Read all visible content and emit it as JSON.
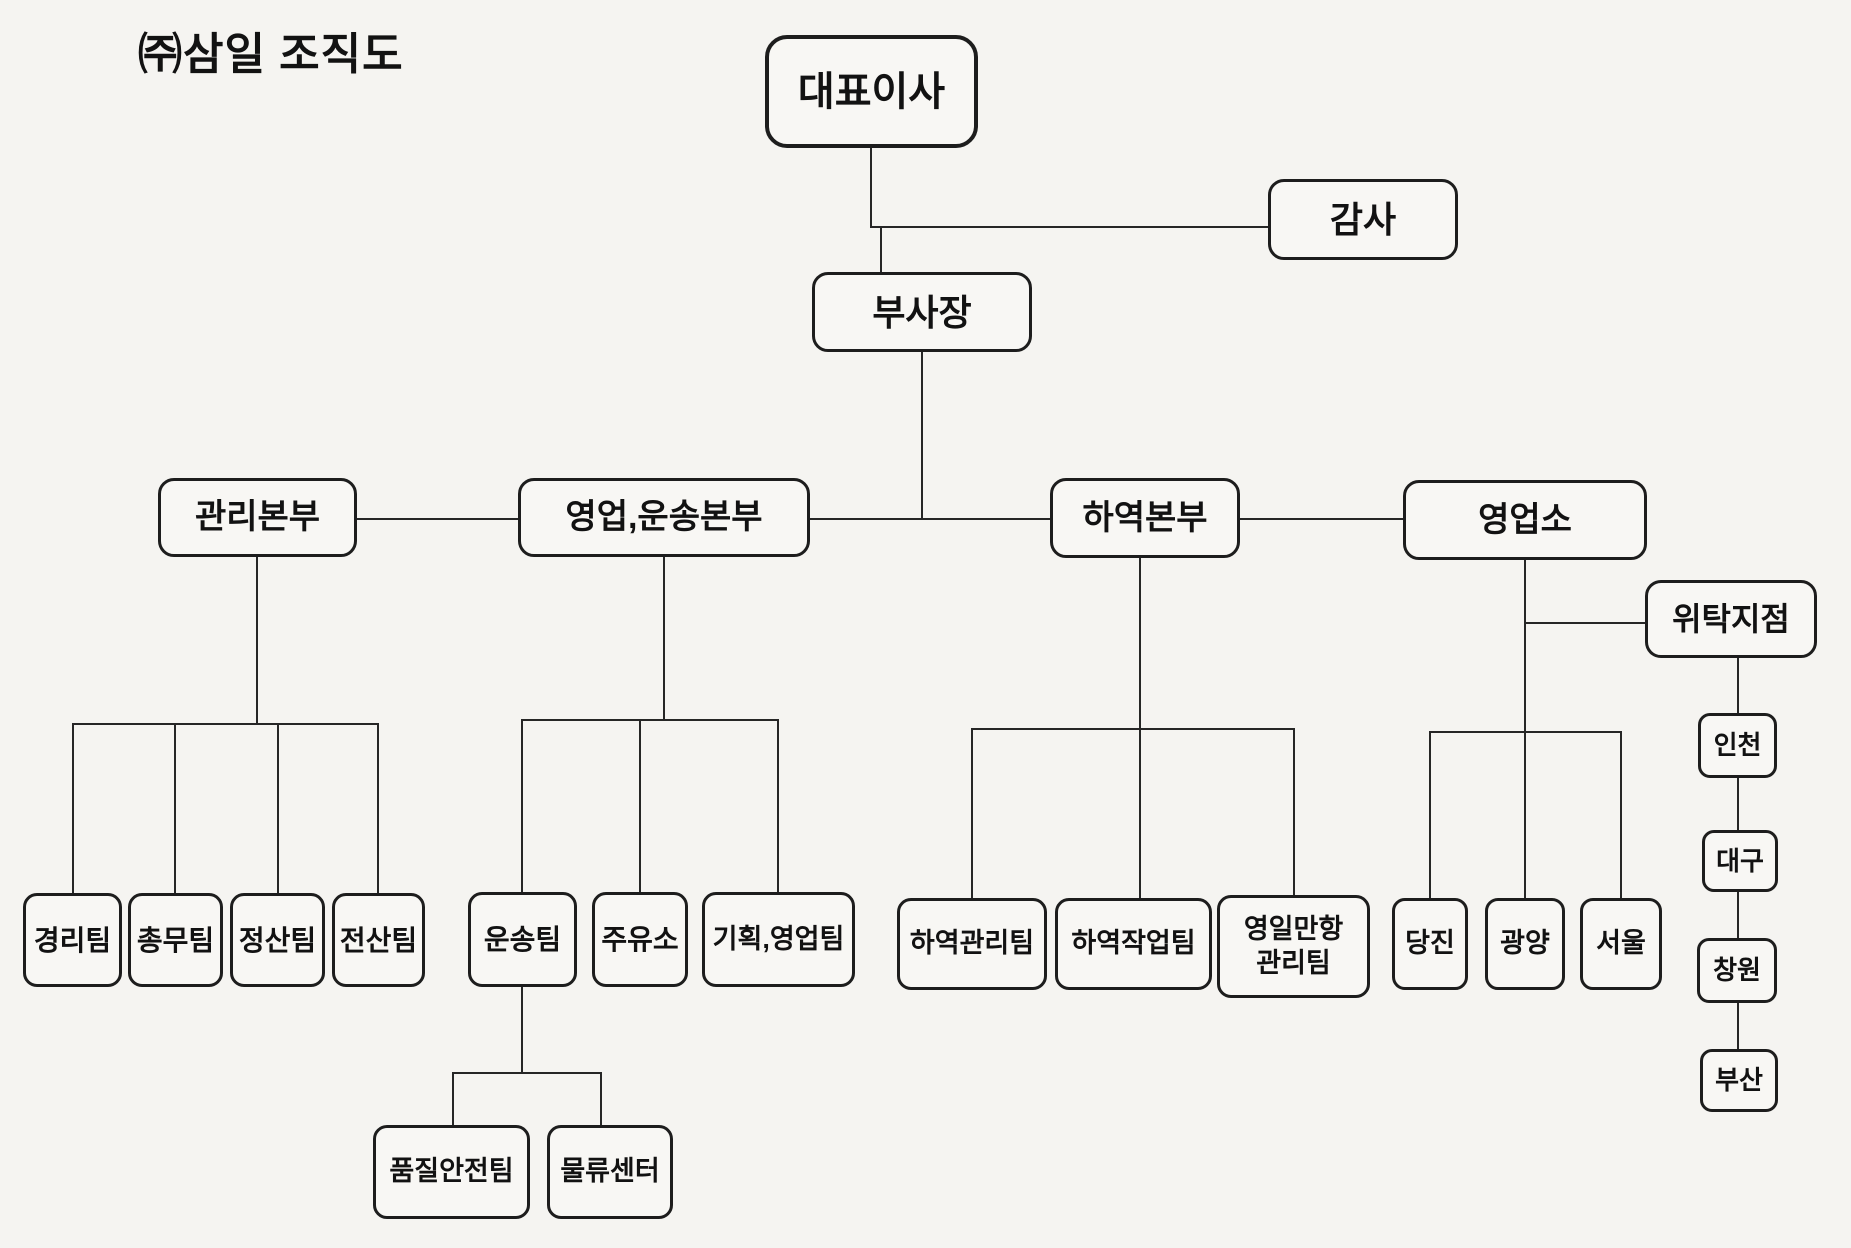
{
  "title": "㈜삼일 조직도",
  "nodes": {
    "ceo": "대표이사",
    "auditor": "감사",
    "vice_president": "부사장",
    "management_hq": "관리본부",
    "sales_transport_hq": "영업,운송본부",
    "stevedoring_hq": "하역본부",
    "sales_office": "영업소",
    "consigned_branch": "위탁지점",
    "accounting_team": "경리팀",
    "general_affairs_team": "총무팀",
    "settlement_team": "정산팀",
    "computing_team": "전산팀",
    "transport_team": "운송팀",
    "gas_station": "주유소",
    "planning_sales_team": "기획,영업팀",
    "quality_safety_team": "품질안전팀",
    "logistics_center": "물류센터",
    "stevedoring_mgmt_team": "하역관리팀",
    "stevedoring_work_team": "하역작업팀",
    "yeongilman_port_mgmt_team": "영일만항 관리팀",
    "dangjin": "당진",
    "gwangyang": "광양",
    "seoul": "서울",
    "incheon": "인천",
    "daegu": "대구",
    "changwon": "창원",
    "busan": "부산"
  },
  "hierarchy": {
    "ceo": {
      "auditor": {},
      "vice_president": {
        "management_hq": [
          "accounting_team",
          "general_affairs_team",
          "settlement_team",
          "computing_team"
        ],
        "sales_transport_hq": {
          "transport_team": [
            "quality_safety_team",
            "logistics_center"
          ],
          "gas_station": [],
          "planning_sales_team": []
        },
        "stevedoring_hq": [
          "stevedoring_mgmt_team",
          "stevedoring_work_team",
          "yeongilman_port_mgmt_team"
        ],
        "sales_office": {
          "branches": [
            "dangjin",
            "gwangyang",
            "seoul"
          ],
          "consigned_branch": [
            "incheon",
            "daegu",
            "changwon",
            "busan"
          ]
        }
      }
    }
  }
}
